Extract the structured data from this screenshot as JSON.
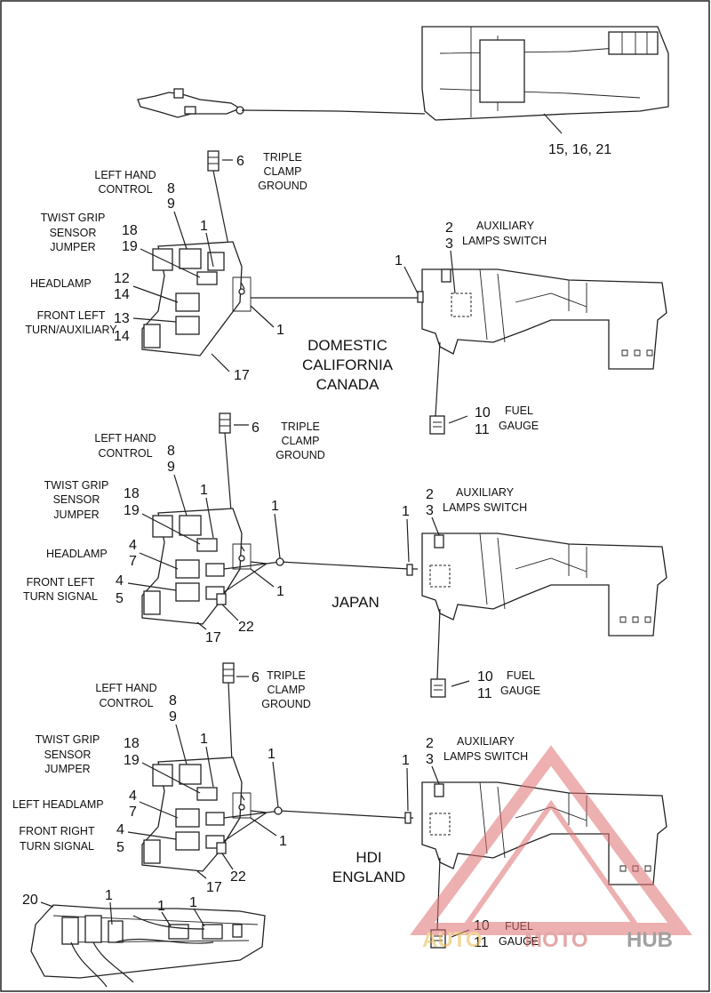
{
  "diagram": {
    "top": {
      "part_ref": "15, 16, 21"
    },
    "panels": [
      {
        "region": [
          "DOMESTIC",
          "CALIFORNIA",
          "CANADA"
        ],
        "clamp_ground": {
          "num": "6",
          "label": [
            "TRIPLE",
            "CLAMP",
            "GROUND"
          ]
        },
        "left_hand_control": {
          "label": [
            "LEFT HAND",
            "CONTROL"
          ],
          "nums": [
            "8",
            "9"
          ]
        },
        "twist_grip": {
          "label": [
            "TWIST GRIP",
            "SENSOR",
            "JUMPER"
          ],
          "nums": [
            "18",
            "19"
          ]
        },
        "headlamp": {
          "label": [
            "HEADLAMP"
          ],
          "nums": [
            "12",
            "14"
          ]
        },
        "turn": {
          "label": [
            "FRONT LEFT",
            "TURN/AUXILIARY"
          ],
          "nums": [
            "13",
            "14"
          ]
        },
        "aux_switch": {
          "label": [
            "AUXILIARY",
            "LAMPS SWITCH"
          ],
          "nums": [
            "2",
            "3"
          ]
        },
        "fuel_gauge": {
          "label": [
            "FUEL",
            "GAUGE"
          ],
          "nums": [
            "10",
            "11"
          ]
        },
        "housing": "17",
        "clip_a": "1",
        "clip_b": "1",
        "clip_c": "1"
      },
      {
        "region": [
          "JAPAN"
        ],
        "clamp_ground": {
          "num": "6",
          "label": [
            "TRIPLE",
            "CLAMP",
            "GROUND"
          ]
        },
        "left_hand_control": {
          "label": [
            "LEFT HAND",
            "CONTROL"
          ],
          "nums": [
            "8",
            "9"
          ]
        },
        "twist_grip": {
          "label": [
            "TWIST GRIP",
            "SENSOR",
            "JUMPER"
          ],
          "nums": [
            "18",
            "19"
          ]
        },
        "headlamp": {
          "label": [
            "HEADLAMP"
          ],
          "nums": [
            "4",
            "7"
          ]
        },
        "turn": {
          "label": [
            "FRONT LEFT",
            "TURN SIGNAL"
          ],
          "nums": [
            "4",
            "5"
          ]
        },
        "aux_switch": {
          "label": [
            "AUXILIARY",
            "LAMPS SWITCH"
          ],
          "nums": [
            "2",
            "3"
          ]
        },
        "fuel_gauge": {
          "label": [
            "FUEL",
            "GAUGE"
          ],
          "nums": [
            "10",
            "11"
          ]
        },
        "housing": "17",
        "extra": "22",
        "clip_a": "1",
        "clip_b": "1",
        "clip_c": "1",
        "clip_d": "1"
      },
      {
        "region": [
          "HDI",
          "ENGLAND"
        ],
        "clamp_ground": {
          "num": "6",
          "label": [
            "TRIPLE",
            "CLAMP",
            "GROUND"
          ]
        },
        "left_hand_control": {
          "label": [
            "LEFT HAND",
            "CONTROL"
          ],
          "nums": [
            "8",
            "9"
          ]
        },
        "twist_grip": {
          "label": [
            "TWIST GRIP",
            "SENSOR",
            "JUMPER"
          ],
          "nums": [
            "18",
            "19"
          ]
        },
        "headlamp": {
          "label": [
            "LEFT HEADLAMP"
          ],
          "nums": [
            "4",
            "7"
          ]
        },
        "turn": {
          "label": [
            "FRONT RIGHT",
            "TURN SIGNAL"
          ],
          "nums": [
            "4",
            "5"
          ]
        },
        "aux_switch": {
          "label": [
            "AUXILIARY",
            "LAMPS SWITCH"
          ],
          "nums": [
            "2",
            "3"
          ]
        },
        "fuel_gauge": {
          "label": [
            "FUEL",
            "GAUGE"
          ],
          "nums": [
            "10",
            "11"
          ]
        },
        "housing": "17",
        "extra": "22",
        "clip_a": "1",
        "clip_b": "1",
        "clip_c": "1",
        "clip_d": "1"
      }
    ],
    "bottom": {
      "nums": [
        "20",
        "1",
        "1",
        "1"
      ]
    }
  },
  "watermark": {
    "text_a": "AUTO",
    "text_b": "MOTO",
    "text_c": "HUB",
    "color": "#e8a8a8"
  }
}
